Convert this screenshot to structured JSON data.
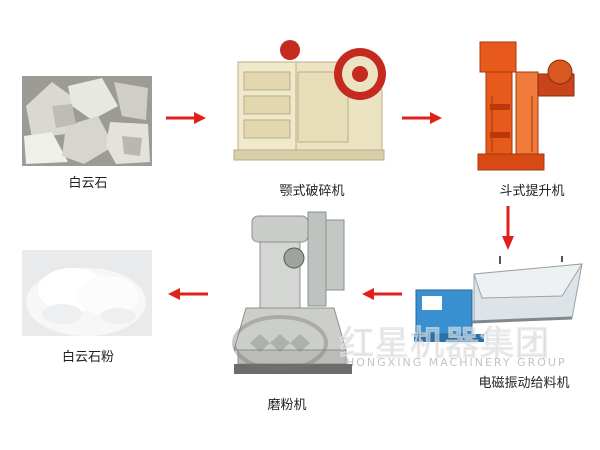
{
  "steps": [
    {
      "label": "白云石"
    },
    {
      "label": "颚式破碎机"
    },
    {
      "label": "斗式提升机"
    },
    {
      "label": "电磁振动给料机"
    },
    {
      "label": "磨粉机"
    },
    {
      "label": "白云石粉"
    }
  ],
  "watermark": {
    "text": "红星机器集团",
    "subtext": "HONGXING MACHINERY GROUP"
  },
  "colors": {
    "arrow": "#e0201a",
    "machine_cream": "#ece3c2",
    "machine_gray": "#c9ccc8",
    "elevator_orange": "#e8591c",
    "feeder_blue": "#3a8fd0"
  }
}
